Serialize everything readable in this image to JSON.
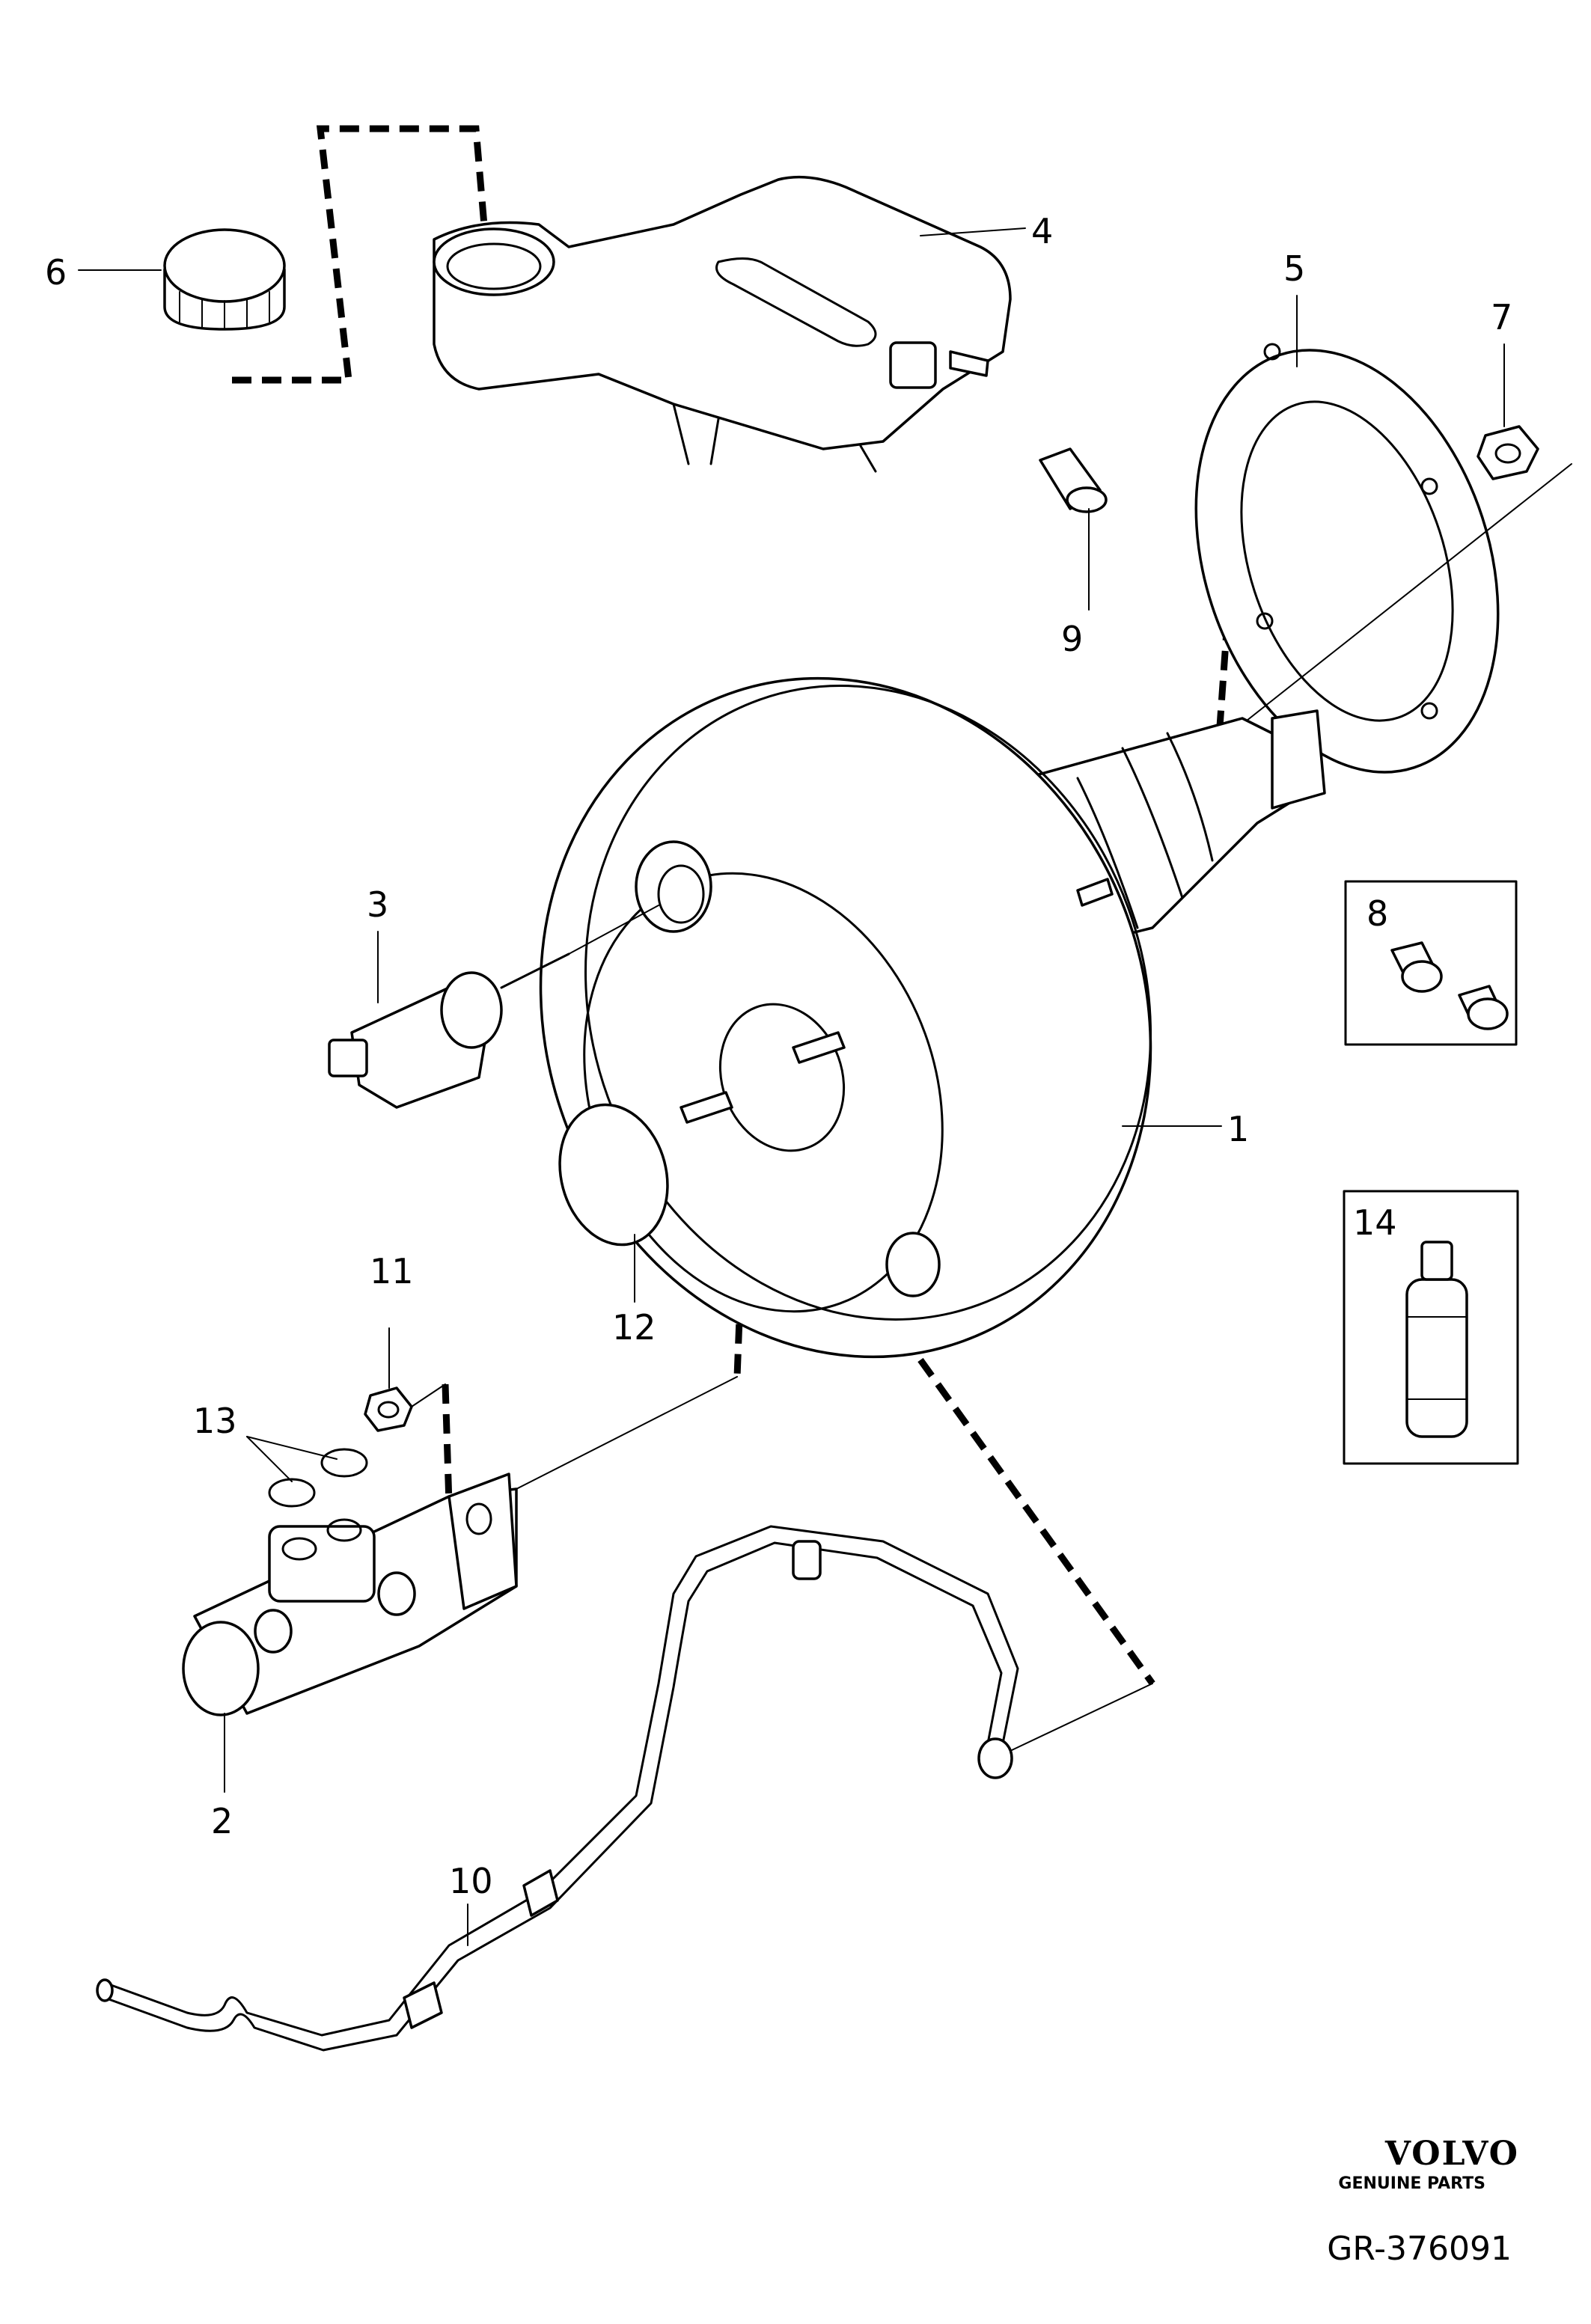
{
  "callouts": {
    "c1": "1",
    "c2": "2",
    "c3": "3",
    "c4": "4",
    "c5": "5",
    "c6": "6",
    "c7": "7",
    "c8": "8",
    "c9": "9",
    "c10": "10",
    "c11": "11",
    "c12": "12",
    "c13": "13",
    "c14": "14"
  },
  "brand": {
    "name": "VOLVO",
    "tagline": "GENUINE PARTS"
  },
  "reference": "GR-376091"
}
